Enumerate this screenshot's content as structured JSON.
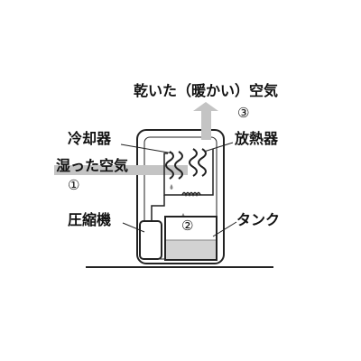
{
  "labels": {
    "dry_air": "乾いた（暖かい）空気",
    "dry_air_num": "③",
    "cooler": "冷却器",
    "radiator": "放熱器",
    "humid_air": "湿った空気",
    "humid_air_num": "①",
    "compressor": "圧縮機",
    "tank_num": "②",
    "tank": "タンク"
  },
  "colors": {
    "outline": "#222222",
    "air_flow": "#c4c4c4",
    "water": "#d2d2d2",
    "text": "#111111"
  }
}
